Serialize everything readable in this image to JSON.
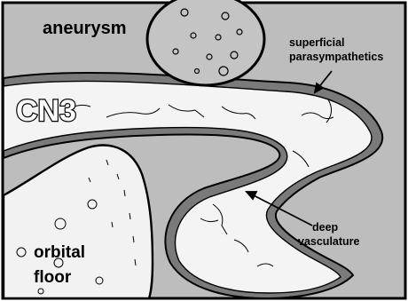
{
  "labels": {
    "aneurysm": "aneurysm",
    "cn3": "CN3",
    "superficial_line1": "superficial",
    "superficial_line2": "parasympathetics",
    "deep_line1": "deep",
    "deep_line2": "vasculature",
    "orbital_line1": "orbital",
    "orbital_line2": "floor"
  },
  "colors": {
    "background": "#bdbdbd",
    "nerve_sheath": "#7a7a7a",
    "nerve_core": "#f4f4f4",
    "aneurysm_fill": "#c4c4c4",
    "orbital_floor": "#f2f2f2",
    "ink": "#000000"
  }
}
